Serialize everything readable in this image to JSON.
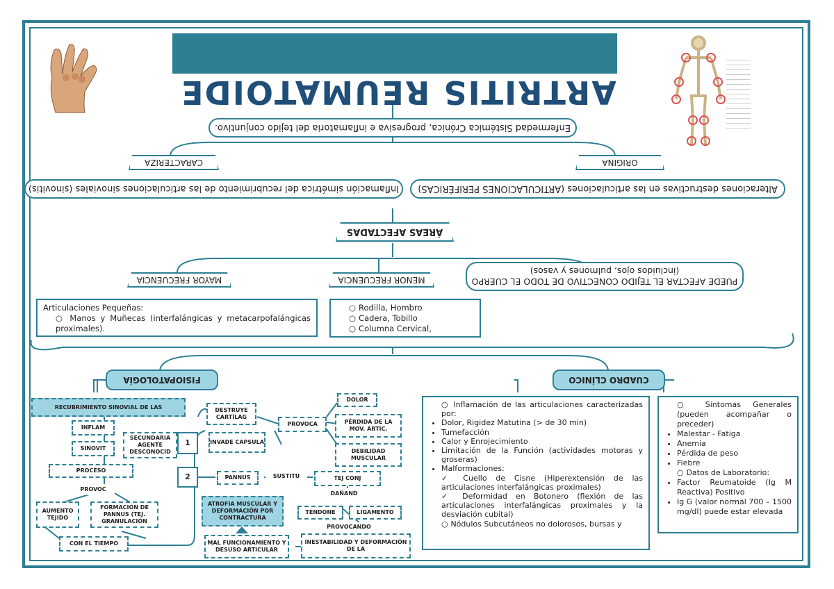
{
  "title": "ARTRITIS REUMATOIDE",
  "definition": "Enfermedad Sistémica Crónica, progresiva e inflamatoria del tejido conjuntivo.",
  "caracteriza": {
    "label": "CARACTERIZA",
    "text": "Inflamación simétrica del recubrimiento de las articulaciones sinoviales (sinovitis)"
  },
  "origina": {
    "label": "ORIGINA",
    "text": "Alteraciones destructivas en las articulaciones (ARTICULACIONES PERIFÉRICAS)"
  },
  "areas_afectadas": "ÁREAS AFECTADAS",
  "mayor": {
    "label": "MAYOR FRECUENCIA",
    "heading": "Articulaciones Pequeñas:",
    "items": [
      "Manos y Muñecas (interfalángicas y metacarpofalángicas proximales)."
    ]
  },
  "menor": {
    "label": "MENOR FRECUENCIA",
    "items": [
      "Rodilla, Hombro",
      "Cadera, Tobillo",
      "Columna Cervical,"
    ]
  },
  "todo_cuerpo": {
    "line1": "PUEDE AFECTAR EL TEJIDO CONECTIVO DE TODO EL CUERPO",
    "line2": "(incluidos ojos, pulmones y vasos)"
  },
  "fisiopatologia": {
    "label": "FISIOPATOLOGÍA",
    "header_box": "RECUBRIMIENTO SINOVIAL DE LAS",
    "nodes": {
      "inflam": "INFLAM",
      "sinovit": "SINOVIT",
      "secundaria": "SECUNDARIA AGENTE DESCONOCID",
      "proceso": "PROCESO",
      "provoc": "PROVOC",
      "aumento": "AUMENTO TEJIDO",
      "formacion": "FORMACIÓN DE PANNUS (TEJ. GRANULACIÓN",
      "con_tiempo": "CON EL TIEMPO",
      "n1": "1",
      "n2": "2",
      "destruye": "DESTRUYE CARTÍLAG",
      "invade": "INVADE CAPSULA",
      "provoca": "PROVOCA",
      "dolor": "DOLOR",
      "perdida": "PÉRDIDA DE LA MOV. ARTIC.",
      "debilidad": "DEBILIDAD MUSCULAR",
      "pannus": "PANNUS",
      "sustitu": "SUSTITU",
      "tej_con": "TEJ CONJ",
      "danand": "DAÑAND",
      "tendone": "TENDONE",
      "ligamento": "LIGAMENTO",
      "provocando": "PROVOCANDO",
      "atrofia": "ATROFIA MUSCULAR Y DEFORMACIÓN POR CONTRACTURA",
      "mal_func": "MAL FUNCIONAMIENTO Y DESUSO ARTICULAR",
      "inestabilidad": "INESTABILIDAD Y DEFORMACIÓN DE LA"
    }
  },
  "cuadro_clinico": {
    "label": "CUADRO CLÍNICO",
    "left": {
      "item1": "Inflamación de las articulaciones caracterizadas por:",
      "subs": [
        "Dolor, Rigidez Matutina (> de 30 min)",
        "Tumefacción",
        "Calor y Enrojecimiento",
        "Limitación de la Función (actividades motoras y groseras)",
        "Malformaciones:"
      ],
      "checks": [
        "Cuello de Cisne (Hiperextensión de las articulaciones interfalángicas proximales)",
        "Deformidad en Botonero (flexión de las articulaciones interfalángicas proximales y la desviación cubital)"
      ],
      "item2": "Nódulos Subcutáneos no dolorosos, bursas y"
    },
    "right": {
      "item1": "Síntomas Generales (pueden acompañar o preceder)",
      "subs1": [
        "Malestar - Fatiga",
        "Anemia",
        "Pérdida de peso",
        "Fiebre"
      ],
      "item2": "Datos de Laboratorio:",
      "subs2": [
        "Factor Reumatoide (Ig M Reactiva) Positivo",
        "Ig G (valor normal 700 – 1500 mg/dl) puede estar elevada"
      ]
    }
  },
  "colors": {
    "teal": "#2e7f94",
    "light_teal": "#9fd4e3",
    "title": "#1f4e79"
  },
  "icons": [
    "hand-illustration",
    "skeleton-illustration"
  ]
}
